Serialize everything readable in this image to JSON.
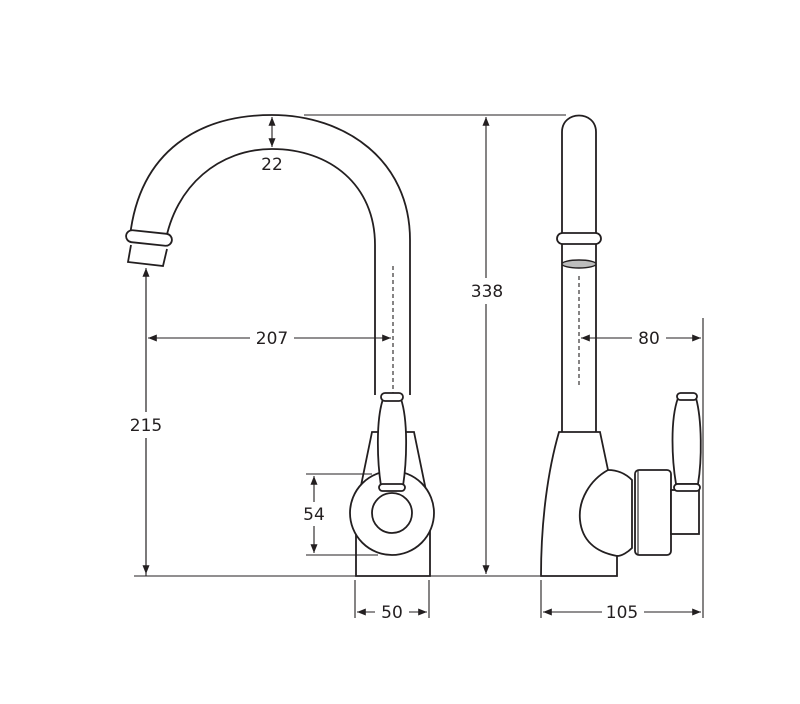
{
  "drawing": {
    "title": "Gooseneck kitchen mixer tap dimension drawing",
    "units": "mm",
    "stroke_color": "#231f20",
    "background": "#ffffff",
    "views": [
      {
        "name": "front-view"
      },
      {
        "name": "side-view"
      }
    ]
  },
  "dimensions": {
    "spout_thickness": "22",
    "spout_reach": "207",
    "spout_height": "215",
    "overall_height": "338",
    "handle_diameter": "54",
    "base_width": "50",
    "handle_reach_side": "80",
    "overall_depth": "105"
  }
}
